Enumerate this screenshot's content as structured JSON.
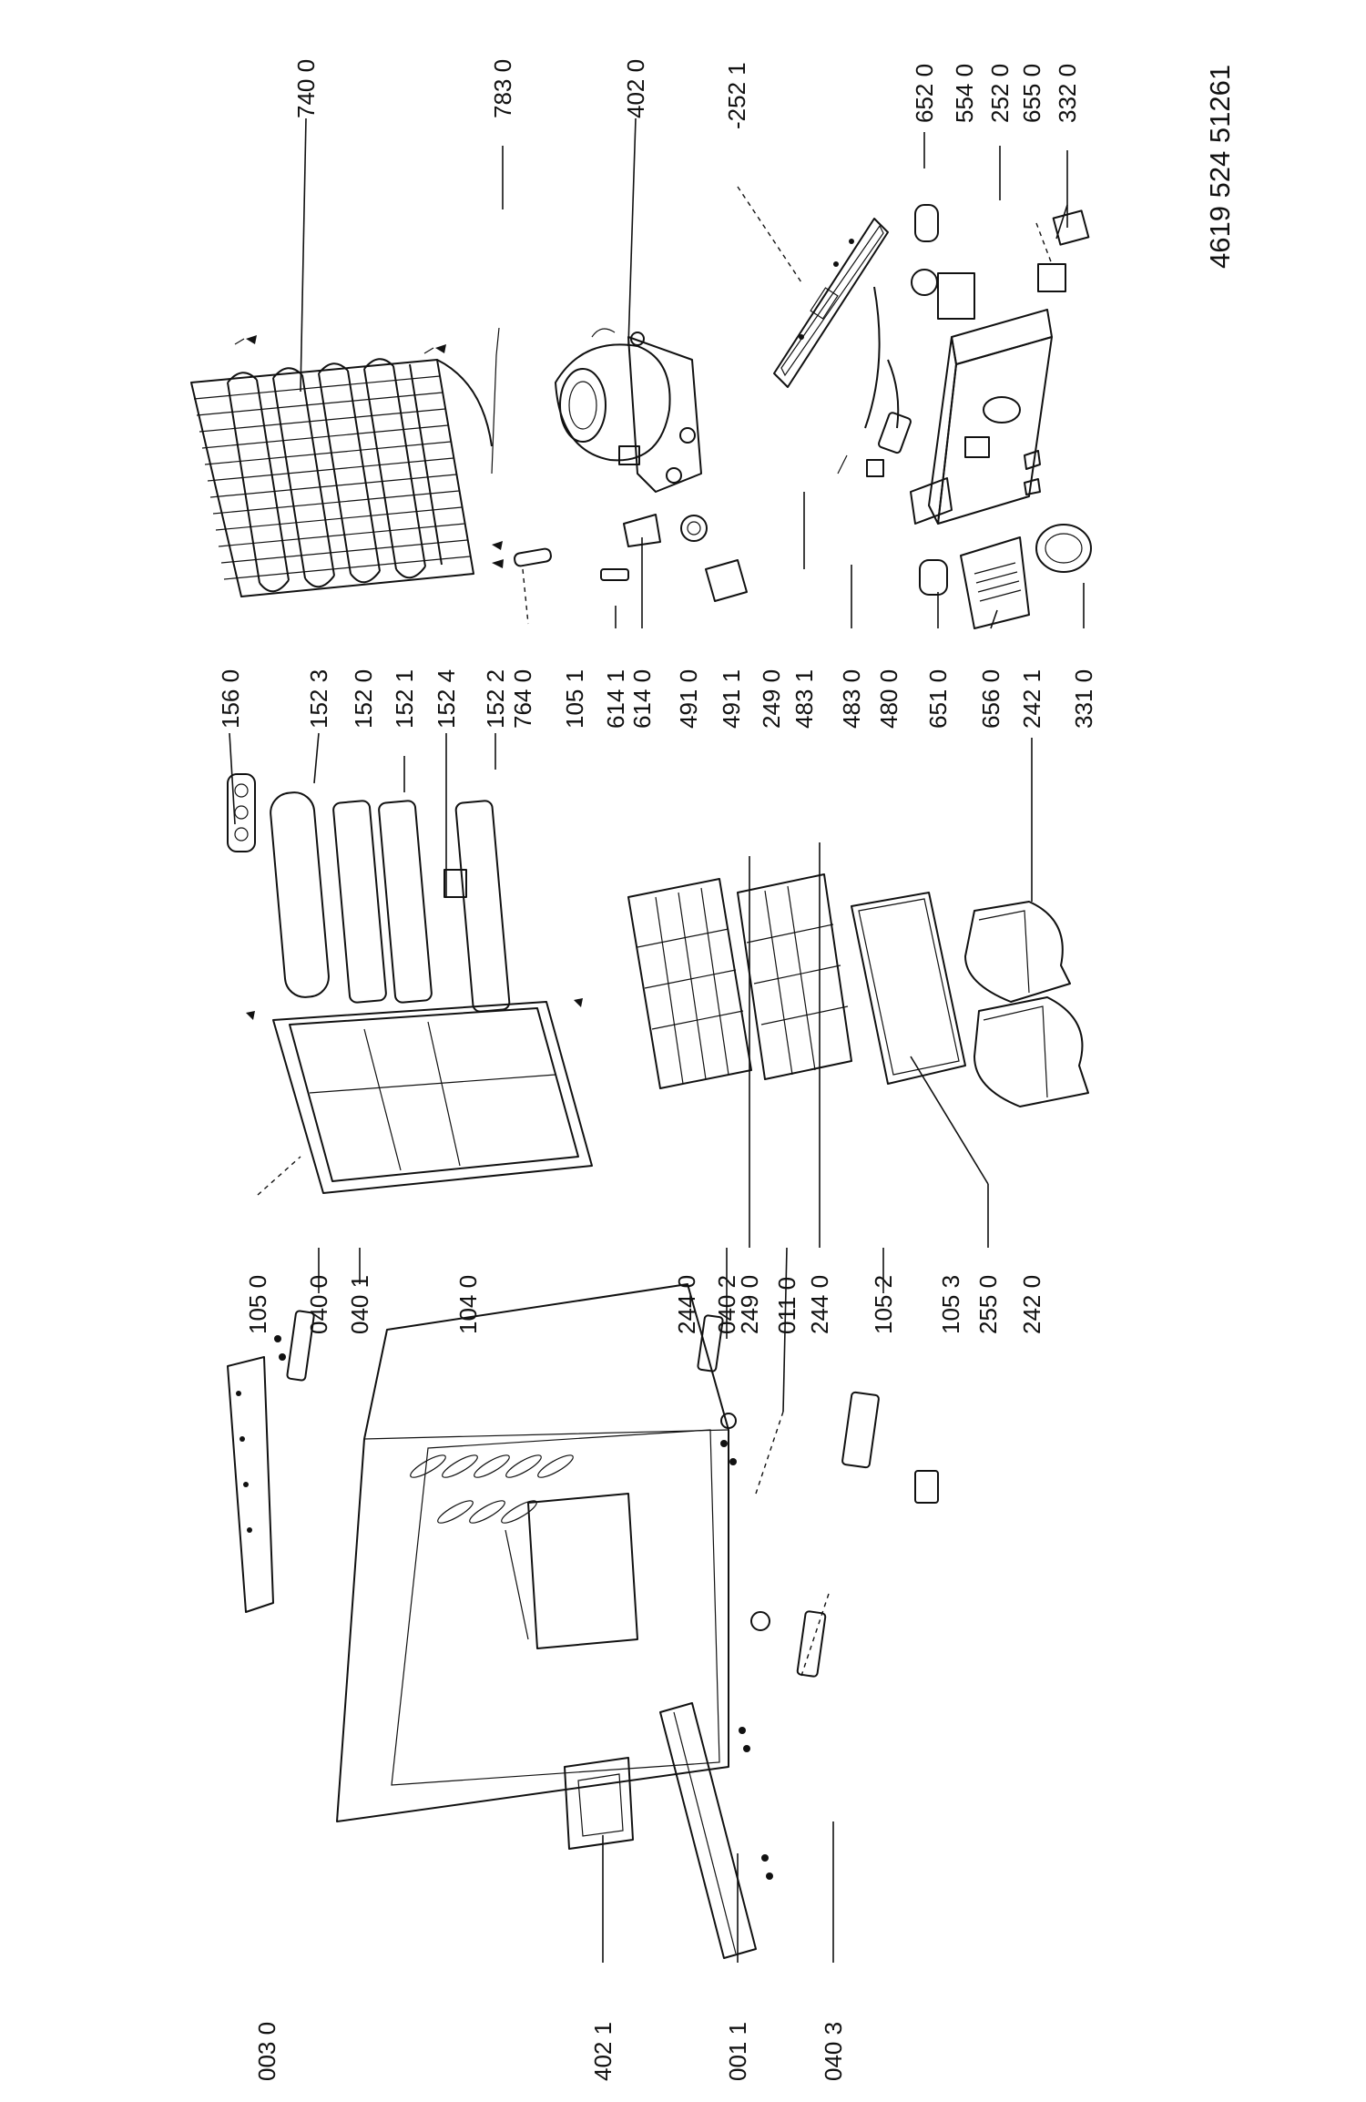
{
  "document_number": "4619 524 51261",
  "labels": {
    "l7400": "740 0",
    "l7830": "783 0",
    "l4020": "402 0",
    "l2521n": "-252 1",
    "l6520": "652 0",
    "l5540": "554 0",
    "l2520": "252 0",
    "l6550": "655 0",
    "l3320": "332 0",
    "l1560": "156 0",
    "l1523": "152 3",
    "l1520": "152 0",
    "l1521": "152 1",
    "l1524": "152 4",
    "l1522": "152 2",
    "l7640": "764 0",
    "l1051": "105 1",
    "l6141": "614 1",
    "l6140": "614 0",
    "l4910": "491 0",
    "l4911": "491 1",
    "l2490a": "249 0",
    "l4831": "483 1",
    "l4830": "483 0",
    "l4800": "480 0",
    "l6510": "651 0",
    "l6560": "656 0",
    "l2421": "242 1",
    "l3310": "331 0",
    "l1050": "105 0",
    "l0400": "040 0",
    "l0401": "040 1",
    "l1040": "104 0",
    "l2440a": "244 0",
    "l0402": "040 2",
    "l2490b": "249 0",
    "l0110": "011 0",
    "l2440b": "244 0",
    "l1052": "105 2",
    "l1053": "105 3",
    "l2550": "255 0",
    "l2420": "242 0",
    "l0030": "003 0",
    "l4021": "402 1",
    "l0011": "001 1",
    "l0403": "040 3"
  }
}
